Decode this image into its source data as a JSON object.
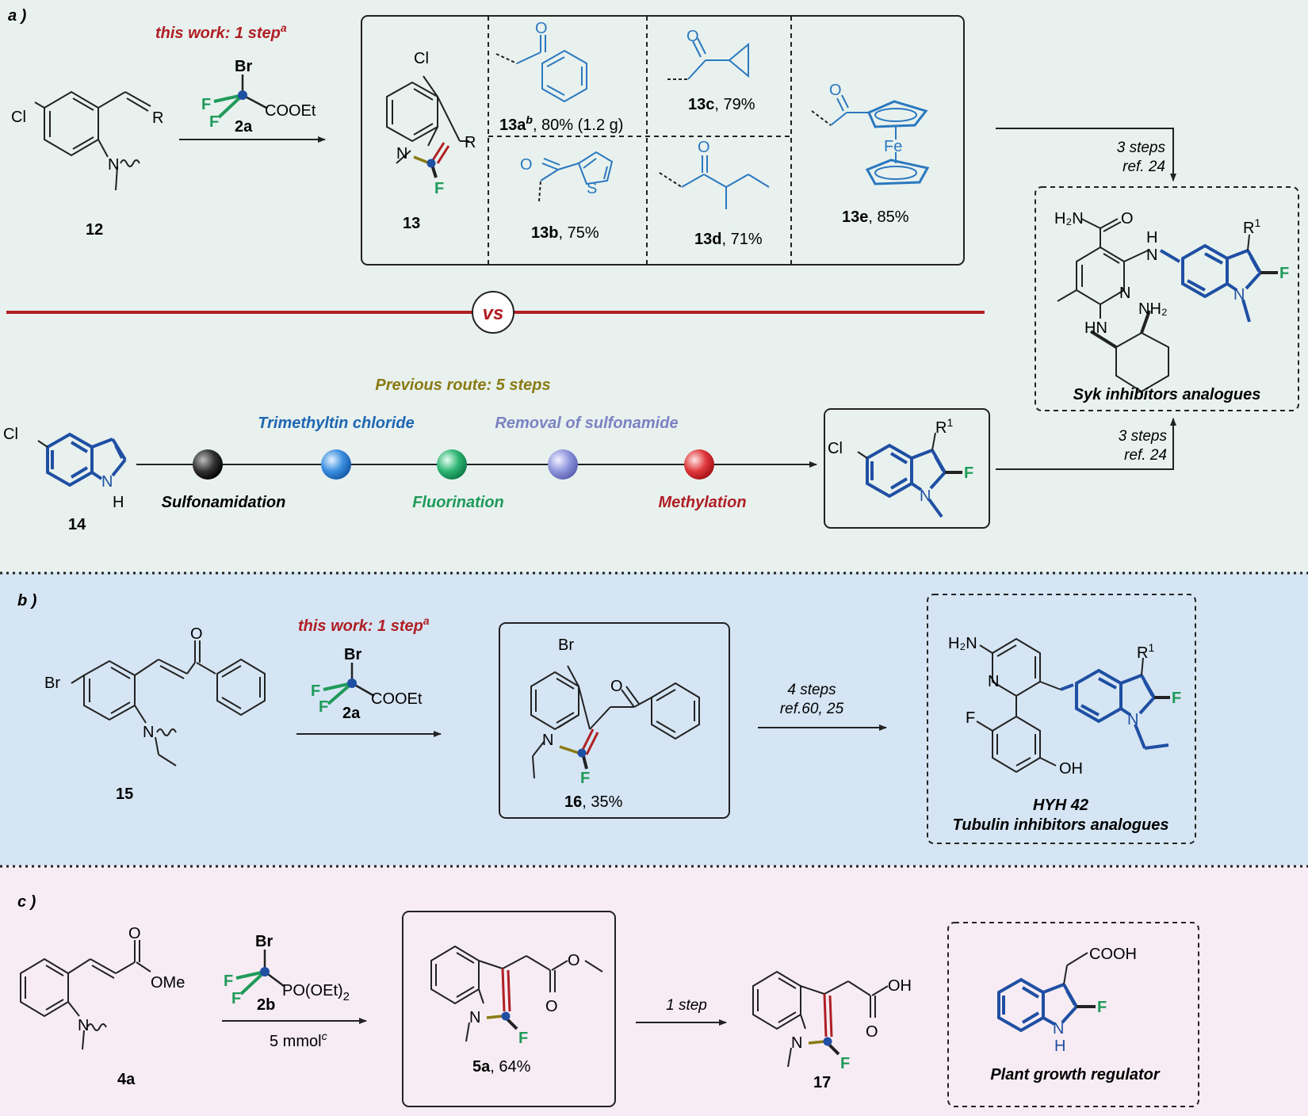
{
  "colors": {
    "panel_a_bg": "#e8f1ee",
    "panel_b_bg": "#d5e5f3",
    "panel_c_bg": "#f7ecf3",
    "accent_red": "#b01e24",
    "indole_blue": "#1f4fa3",
    "fluorine_green": "#1f9a5a",
    "olive": "#8a7a12",
    "lavender": "#7b82c2",
    "ketone_blue": "#2a78bf"
  },
  "panel_a": {
    "label": "a )",
    "this_work": "this work: 1 step",
    "this_work_sup": "a",
    "reagent": {
      "br": "Br",
      "f1": "F",
      "f2": "F",
      "ester": "COOEt",
      "code": "2a"
    },
    "sm": {
      "cl": "Cl",
      "r": "R",
      "n": "N",
      "code": "12"
    },
    "product": {
      "cl": "Cl",
      "n": "N",
      "r": "R",
      "f": "F",
      "code": "13"
    },
    "grid": {
      "c13a_code": "13a",
      "c13a_sup": "b",
      "c13a_rest": ", 80% (1.2 g)",
      "c13b_code": "13b",
      "c13b_rest": ", 75%",
      "c13c_code": "13c",
      "c13c_rest": ", 79%",
      "c13d_code": "13d",
      "c13d_rest": ", 71%",
      "c13e_code": "13e",
      "c13e_rest": ",  85%",
      "o": "O",
      "s": "S",
      "fe": "Fe"
    },
    "vs": "vs",
    "steps_top": {
      "line1": "3 steps",
      "line2": "ref. 24"
    },
    "syk": {
      "h2n": "H₂N",
      "o": "O",
      "nh1": "H",
      "n1": "N",
      "nring": "N",
      "r1": "R",
      "r1_sup": "1",
      "f": "F",
      "nindole": "N",
      "nh2": "NH₂",
      "hn": "HN",
      "caption": "Syk inhibitors analogues"
    },
    "previous_route": "Previous route: 5 steps",
    "steps": {
      "s1": "Sulfonamidation",
      "s2": "Trimethyltin chloride",
      "s3": "Fluorination",
      "s4": "Removal of sulfonamide",
      "s5": "Methylation"
    },
    "indole14": {
      "cl": "Cl",
      "n": "N",
      "h": "H",
      "code": "14"
    },
    "inter": {
      "cl": "Cl",
      "r1": "R",
      "r1_sup": "1",
      "f": "F",
      "n": "N"
    },
    "steps_bottom": {
      "line1": "3 steps",
      "line2": "ref. 24"
    }
  },
  "panel_b": {
    "label": "b )",
    "this_work": "this work: 1 step",
    "this_work_sup": "a",
    "reagent": {
      "br": "Br",
      "f1": "F",
      "f2": "F",
      "ester": "COOEt",
      "code": "2a"
    },
    "sm": {
      "br": "Br",
      "o": "O",
      "n": "N",
      "code": "15"
    },
    "product": {
      "br": "Br",
      "o": "O",
      "n": "N",
      "f": "F",
      "code": "16",
      "yield": ", 35%"
    },
    "steps": {
      "line1": "4 steps",
      "line2": "ref.60, 25"
    },
    "hyh": {
      "h2n": "H₂N",
      "n": "N",
      "r1": "R",
      "r1_sup": "1",
      "f": "F",
      "nindole": "N",
      "fphenyl": "F",
      "oh": "OH",
      "caption1": "HYH 42",
      "caption2": "Tubulin inhibitors analogues"
    }
  },
  "panel_c": {
    "label": "c )",
    "sm": {
      "o": "O",
      "ome": "OMe",
      "n": "N",
      "code": "4a"
    },
    "reagent": {
      "br": "Br",
      "f1": "F",
      "f2": "F",
      "phos": "PO(OEt)",
      "phos_sub": "2",
      "code": "2b",
      "scale": "5 mmol",
      "scale_sup": "c"
    },
    "product5a": {
      "n": "N",
      "f": "F",
      "o1": "O",
      "o2": "O",
      "code": "5a",
      "yield": ", 64%"
    },
    "step": "1 step",
    "product17": {
      "n": "N",
      "f": "F",
      "oh": "OH",
      "o": "O",
      "code": "17"
    },
    "pgr": {
      "cooh": "COOH",
      "n": "N",
      "h": "H",
      "f": "F",
      "caption": "Plant growth regulator"
    }
  }
}
